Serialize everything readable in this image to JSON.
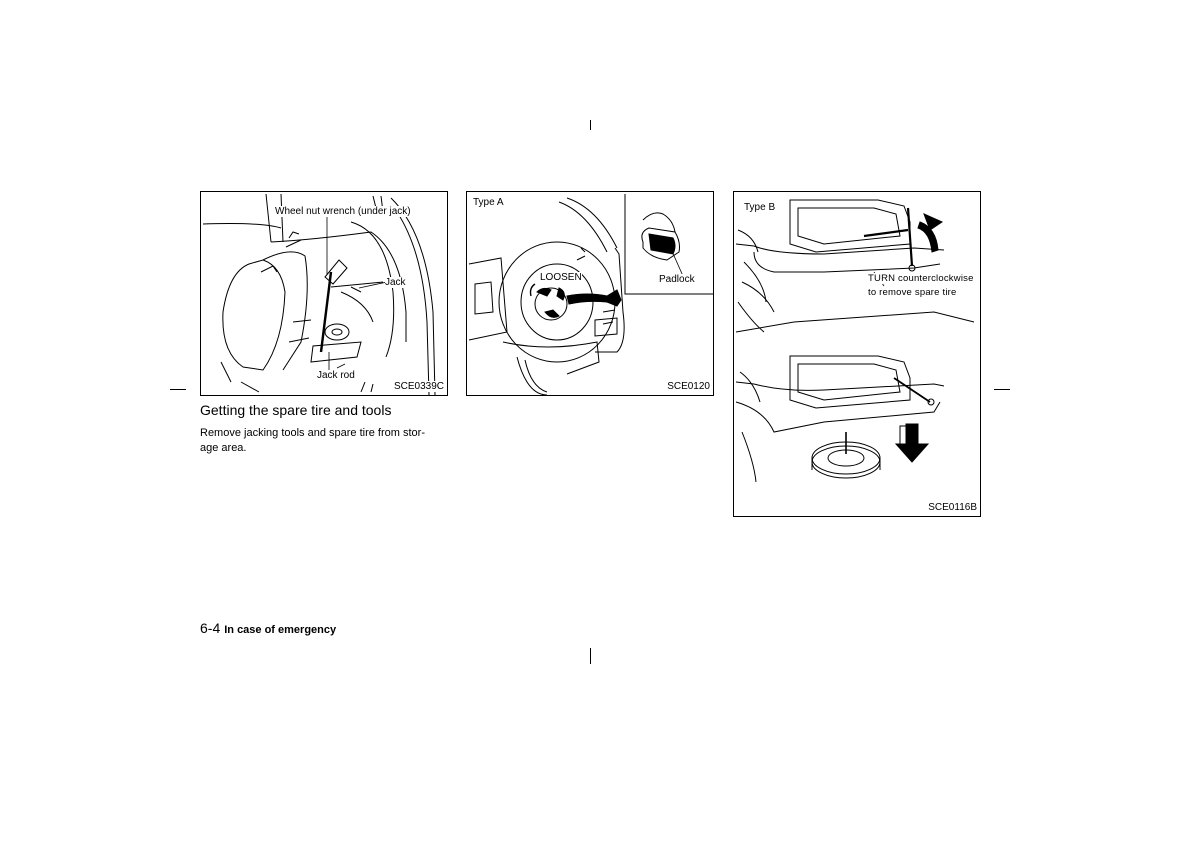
{
  "figures": {
    "fig1": {
      "labels": {
        "wrench": "Wheel nut wrench (under jack)",
        "jack": "Jack",
        "jack_rod": "Jack rod"
      },
      "code": "SCE0339C"
    },
    "fig2": {
      "labels": {
        "type": "Type A",
        "loosen": "LOOSEN",
        "padlock": "Padlock"
      },
      "code": "SCE0120"
    },
    "fig3": {
      "labels": {
        "type": "Type B",
        "turn_line1": "TURN counterclockwise",
        "turn_line2": "to remove spare tire"
      },
      "code": "SCE0116B"
    }
  },
  "section": {
    "heading": "Getting the spare tire and tools",
    "body": "Remove jacking tools and spare tire from stor-\nage area."
  },
  "footer": {
    "page_number": "6-4",
    "section_title": "In case of emergency"
  }
}
